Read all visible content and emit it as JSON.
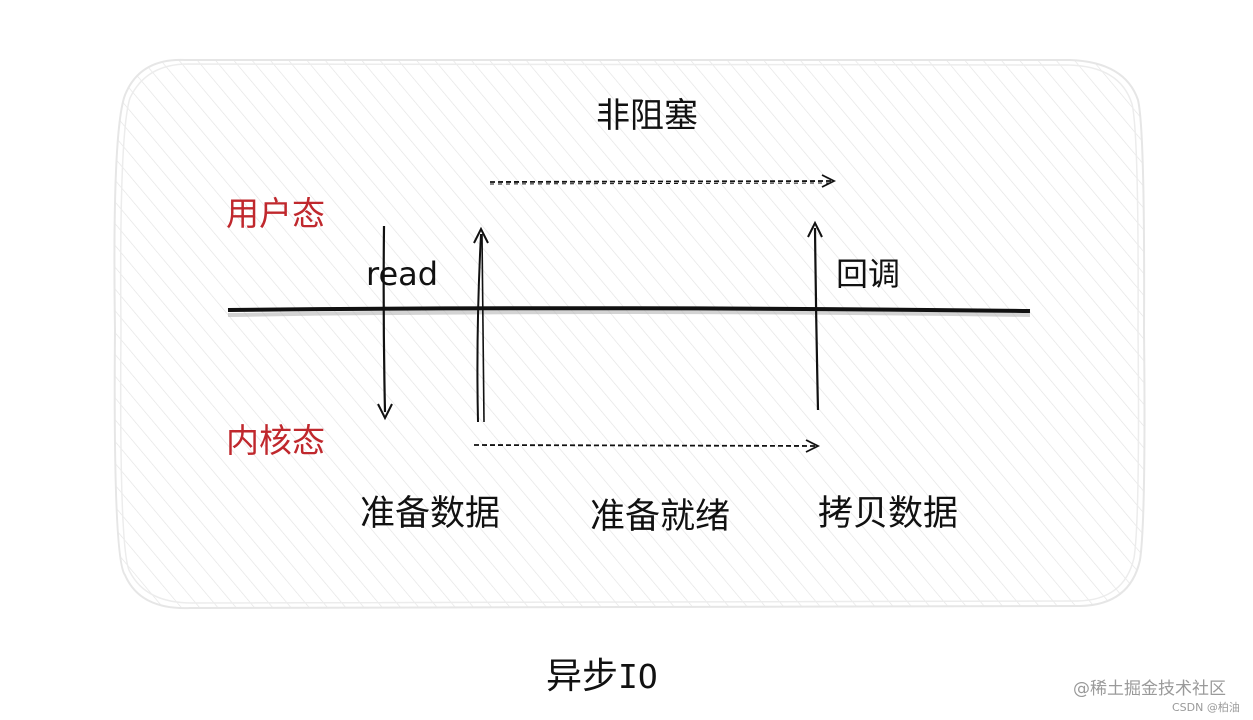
{
  "diagram": {
    "title": "非阻塞",
    "user_space": "用户态",
    "kernel_space": "内核态",
    "read_call": "read",
    "callback": "回调",
    "phases": [
      "准备数据",
      "准备就绪",
      "拷贝数据"
    ],
    "colors": {
      "state_label": "#c0282d",
      "ink": "#111111"
    }
  },
  "caption": {
    "main": "异步",
    "io": "IO"
  },
  "watermark": {
    "primary": "@稀土掘金技术社区",
    "secondary": "CSDN @柏油"
  }
}
